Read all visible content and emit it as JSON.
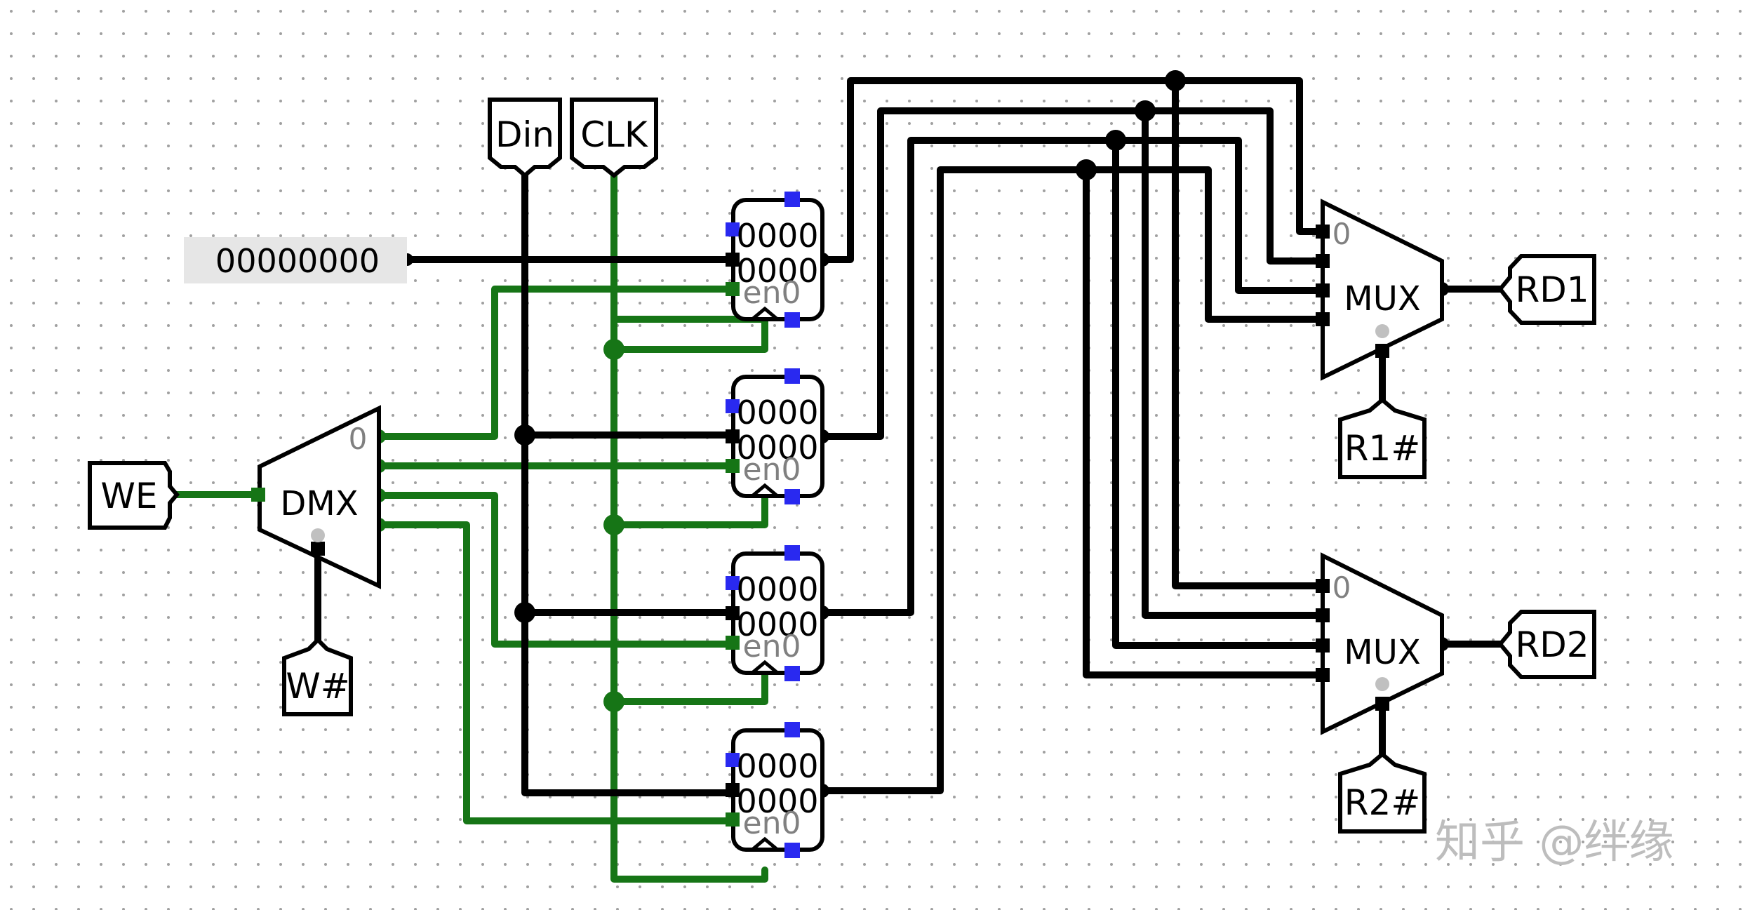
{
  "pins": {
    "din": "Din",
    "clk": "CLK",
    "we": "WE",
    "w_sel": "W#",
    "r1_sel": "R1#",
    "r2_sel": "R2#",
    "rd1": "RD1",
    "rd2": "RD2"
  },
  "constant": {
    "value": "00000000"
  },
  "demux": {
    "label": "DMX",
    "first_output": "0"
  },
  "muxes": {
    "mux1": {
      "label": "MUX",
      "first_input": "0"
    },
    "mux2": {
      "label": "MUX",
      "first_input": "0"
    }
  },
  "registers": [
    {
      "line1": "0000",
      "line2": "0000",
      "enable": "en0"
    },
    {
      "line1": "0000",
      "line2": "0000",
      "enable": "en0"
    },
    {
      "line1": "0000",
      "line2": "0000",
      "enable": "en0"
    },
    {
      "line1": "0000",
      "line2": "0000",
      "enable": "en0"
    }
  ],
  "watermark": "知乎 @绊缘",
  "colors": {
    "wire_data": "#000000",
    "wire_control": "#167516",
    "port_blue": "#2929f0",
    "sel_gray": "#c0c0c0",
    "constant_bg": "#e6e6e6",
    "grid_dot": "#a0a0a0"
  }
}
